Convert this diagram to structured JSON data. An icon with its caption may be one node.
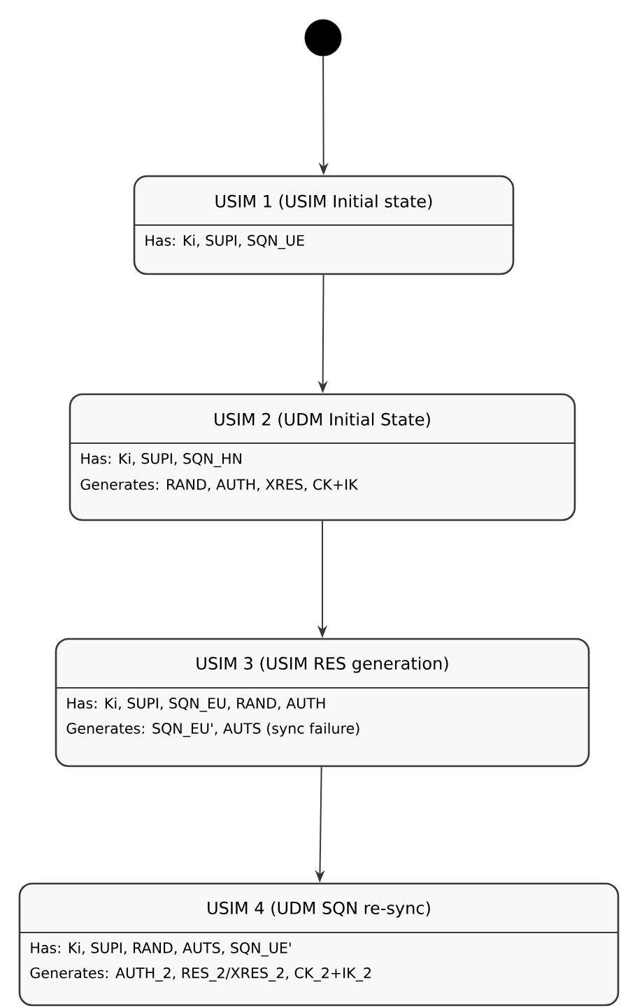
{
  "diagram": {
    "nodes": [
      {
        "text": [],
        "shape": "circle"
      },
      {
        "text": [
          "USIM 1 (USIM Initial state)",
          "Has: Ki, SUPI, SQN_UE"
        ]
      },
      {
        "text": [
          "USIM 2 (UDM Initial State)",
          "Has: Ki, SUPI, SQN_HN",
          "Generates: RAND, AUTH, XRES, CK+IK"
        ]
      },
      {
        "text": [
          "USIM 3 (USIM RES generation)",
          "Has: Ki, SUPI, SQN_EU, RAND, AUTH",
          "Generates: SQN_EU', AUTS (sync failure)"
        ]
      },
      {
        "text": [
          "USIM 4 (UDM SQN re-sync)",
          "Has: Ki, SUPI, RAND, AUTS, SQN_UE'",
          "Generates: AUTH_2, RES_2/XRES_2, CK_2+IK_2"
        ]
      }
    ],
    "edges": [
      {
        "from": 0,
        "to": 1,
        "arrow": "to"
      },
      {
        "from": 1,
        "to": 2,
        "arrow": "to"
      },
      {
        "from": 2,
        "to": 3,
        "arrow": "to"
      },
      {
        "from": 3,
        "to": 4,
        "arrow": "to"
      }
    ]
  }
}
